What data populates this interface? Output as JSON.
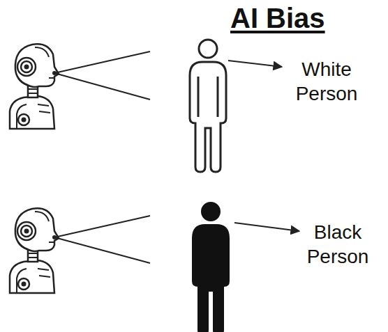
{
  "diagram": {
    "title": "AI Bias",
    "labels": [
      "White Person",
      "Black Person"
    ]
  }
}
